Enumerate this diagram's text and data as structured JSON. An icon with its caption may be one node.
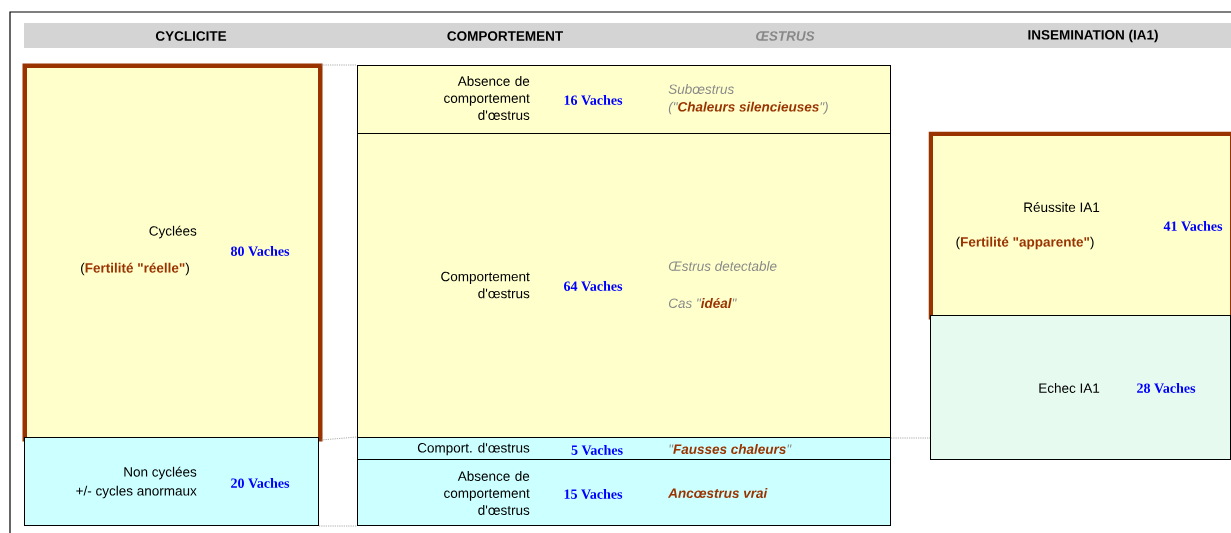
{
  "diagram": {
    "nodes": [
      {
        "text": [
          "Cyclées",
          "(**Fertilité \"réelle\"**)",
          "80 Vaches"
        ]
      },
      {
        "text": [
          "Non cyclées",
          "+/- cycles anormaux",
          "20 Vaches"
        ]
      },
      {
        "text": [
          "Absence de comportement d'œstrus",
          "16 Vaches",
          "Subœstrus",
          "(\"**Chaleurs silencieuses**\")"
        ]
      },
      {
        "text": [
          "Comportement d'œstrus",
          "64 Vaches",
          "Œstrus detectable",
          "Cas \"**idéal**\""
        ]
      },
      {
        "text": [
          "Comport. d'œstrus",
          "5 Vaches",
          "\"**Fausses chaleurs**\""
        ]
      },
      {
        "text": [
          "Absence de comportement d'œstrus",
          "15 Vaches",
          "Ancœstrus vrai"
        ]
      },
      {
        "text": [
          "Réussite IA1",
          "(**Fertilité \"apparente\"**)",
          "41 Vaches"
        ]
      },
      {
        "text": [
          "Echec IA1",
          "28 Vaches"
        ]
      }
    ],
    "edges": [
      {
        "from": 0,
        "to": 2,
        "arrow": "none",
        "style": "dashed"
      },
      {
        "from": 0,
        "to": 4,
        "arrow": "none",
        "style": "dashed"
      },
      {
        "from": 1,
        "to": 5,
        "arrow": "none",
        "style": "dashed"
      },
      {
        "from": 3,
        "to": 7,
        "arrow": "none",
        "style": "dashed"
      }
    ],
    "labels": [
      "CYCLICITE",
      "COMPORTEMENT",
      "ŒSTRUS",
      "INSEMINATION (IA1)"
    ]
  }
}
